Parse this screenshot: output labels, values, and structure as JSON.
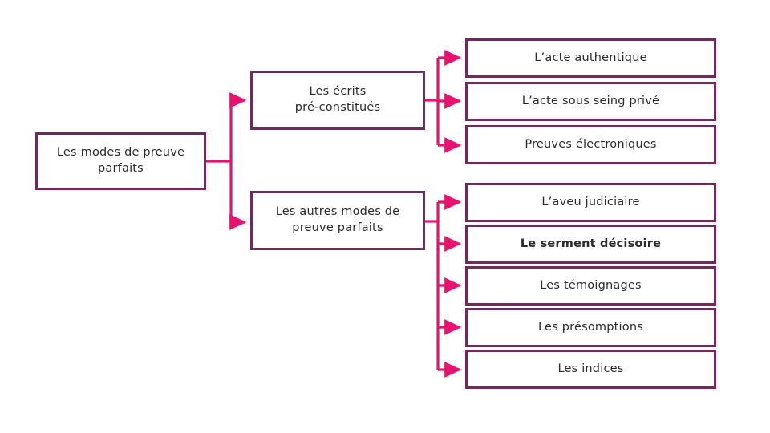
{
  "diagram": {
    "title": "Les modes de preuve parfaits",
    "colors": {
      "box_border": "#6B2D5C",
      "connector": "#E8136E",
      "background": "#FFFFFF",
      "text": "#2B2B2B"
    },
    "root": {
      "label": "Les modes de preuve\nparfaits"
    },
    "branches": [
      {
        "label": "Les écrits\npré-constitués",
        "children": [
          {
            "label": "L’acte authentique",
            "emphasis": false
          },
          {
            "label": "L’acte sous seing privé",
            "emphasis": false
          },
          {
            "label": "Preuves électroniques",
            "emphasis": false
          }
        ]
      },
      {
        "label": "Les autres modes de\npreuve parfaits",
        "children": [
          {
            "label": "L’aveu judiciaire",
            "emphasis": false
          },
          {
            "label": "Le serment décisoire",
            "emphasis": true
          },
          {
            "label": "Les témoignages",
            "emphasis": false
          },
          {
            "label": "Les présomptions",
            "emphasis": false
          },
          {
            "label": "Les indices",
            "emphasis": false
          }
        ]
      }
    ]
  }
}
